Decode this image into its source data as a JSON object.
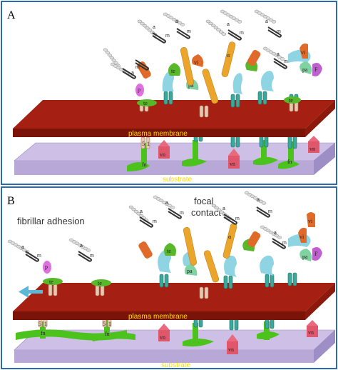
{
  "panels": [
    {
      "letter": "A",
      "membrane_label": "plasma membrane",
      "substrate_label": "substrate"
    },
    {
      "letter": "B",
      "membrane_label": "plasma membrane",
      "substrate_label": "substrate",
      "annotations": {
        "fibrillar_adhesion": "fibrillar adhesion",
        "focal_contact_line1": "focal",
        "focal_contact_line2": "contact"
      }
    }
  ],
  "protein_labels": {
    "actin_a": "a",
    "myosin_m": "m",
    "alpha_actinin": "α",
    "vinculin": "vi",
    "talin": "ta",
    "tensin": "te",
    "paxillin": "pa",
    "fak_f": "F",
    "p": "p",
    "fibronectin": "fn",
    "vitronectin": "vn",
    "integrin_5": "5",
    "integrin_1": "1"
  },
  "colors": {
    "panel_border": "#2b6cb0",
    "membrane_top": "#a52012",
    "membrane_side": "#7a1408",
    "substrate_top": "#cdbfe6",
    "substrate_side": "#a898c8",
    "membrane_label": "#ffd800",
    "substrate_label": "#ffd800",
    "fibronectin": "#4cc31c",
    "vitronectin": "#e0566a",
    "talin": "#8fd4e2",
    "tensin": "#58b82a",
    "paxillin": "#7fd3a0",
    "alpha_actinin": "#eaa52a",
    "vinculin": "#e06a2a",
    "p_protein": "#e070e0",
    "fak": "#c060d0",
    "integrin": "#e8c8b0",
    "teal_integrin": "#3aa89a",
    "arrow": "#5ab8d8"
  }
}
